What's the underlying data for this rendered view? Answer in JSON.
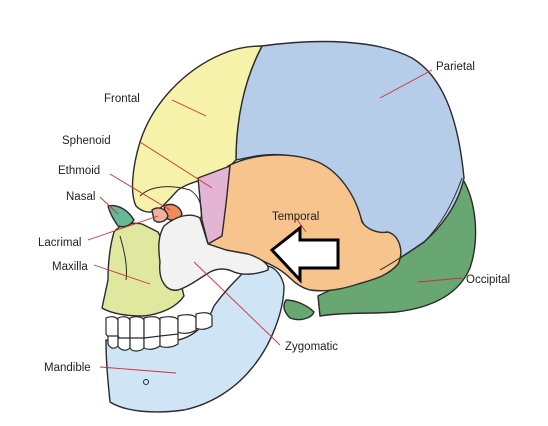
{
  "labels": {
    "parietal": "Parietal",
    "frontal": "Frontal",
    "sphenoid": "Sphenoid",
    "ethmoid": "Ethmoid",
    "nasal": "Nasal",
    "lacrimal": "Lacrimal",
    "maxilla": "Maxilla",
    "temporal": "Temporal",
    "occipital": "Occipital",
    "zygomatic": "Zygomatic",
    "mandible": "Mandible"
  },
  "colors": {
    "parietal": "#b6cde9",
    "frontal": "#f6f2a9",
    "sphenoid": "#e4b4d4",
    "ethmoid": "#f28a5a",
    "nasal": "#66b896",
    "lacrimal": "#f2b09a",
    "maxilla": "#e0e8a0",
    "temporal": "#f6c48c",
    "occipital": "#68a672",
    "zygomatic": "#f2f2f2",
    "mandible": "#cfe4f4",
    "leader_line": "#d0303a",
    "outline": "#2b2b2b"
  },
  "annotations": {
    "pointer": "arrow-outline-icon"
  }
}
